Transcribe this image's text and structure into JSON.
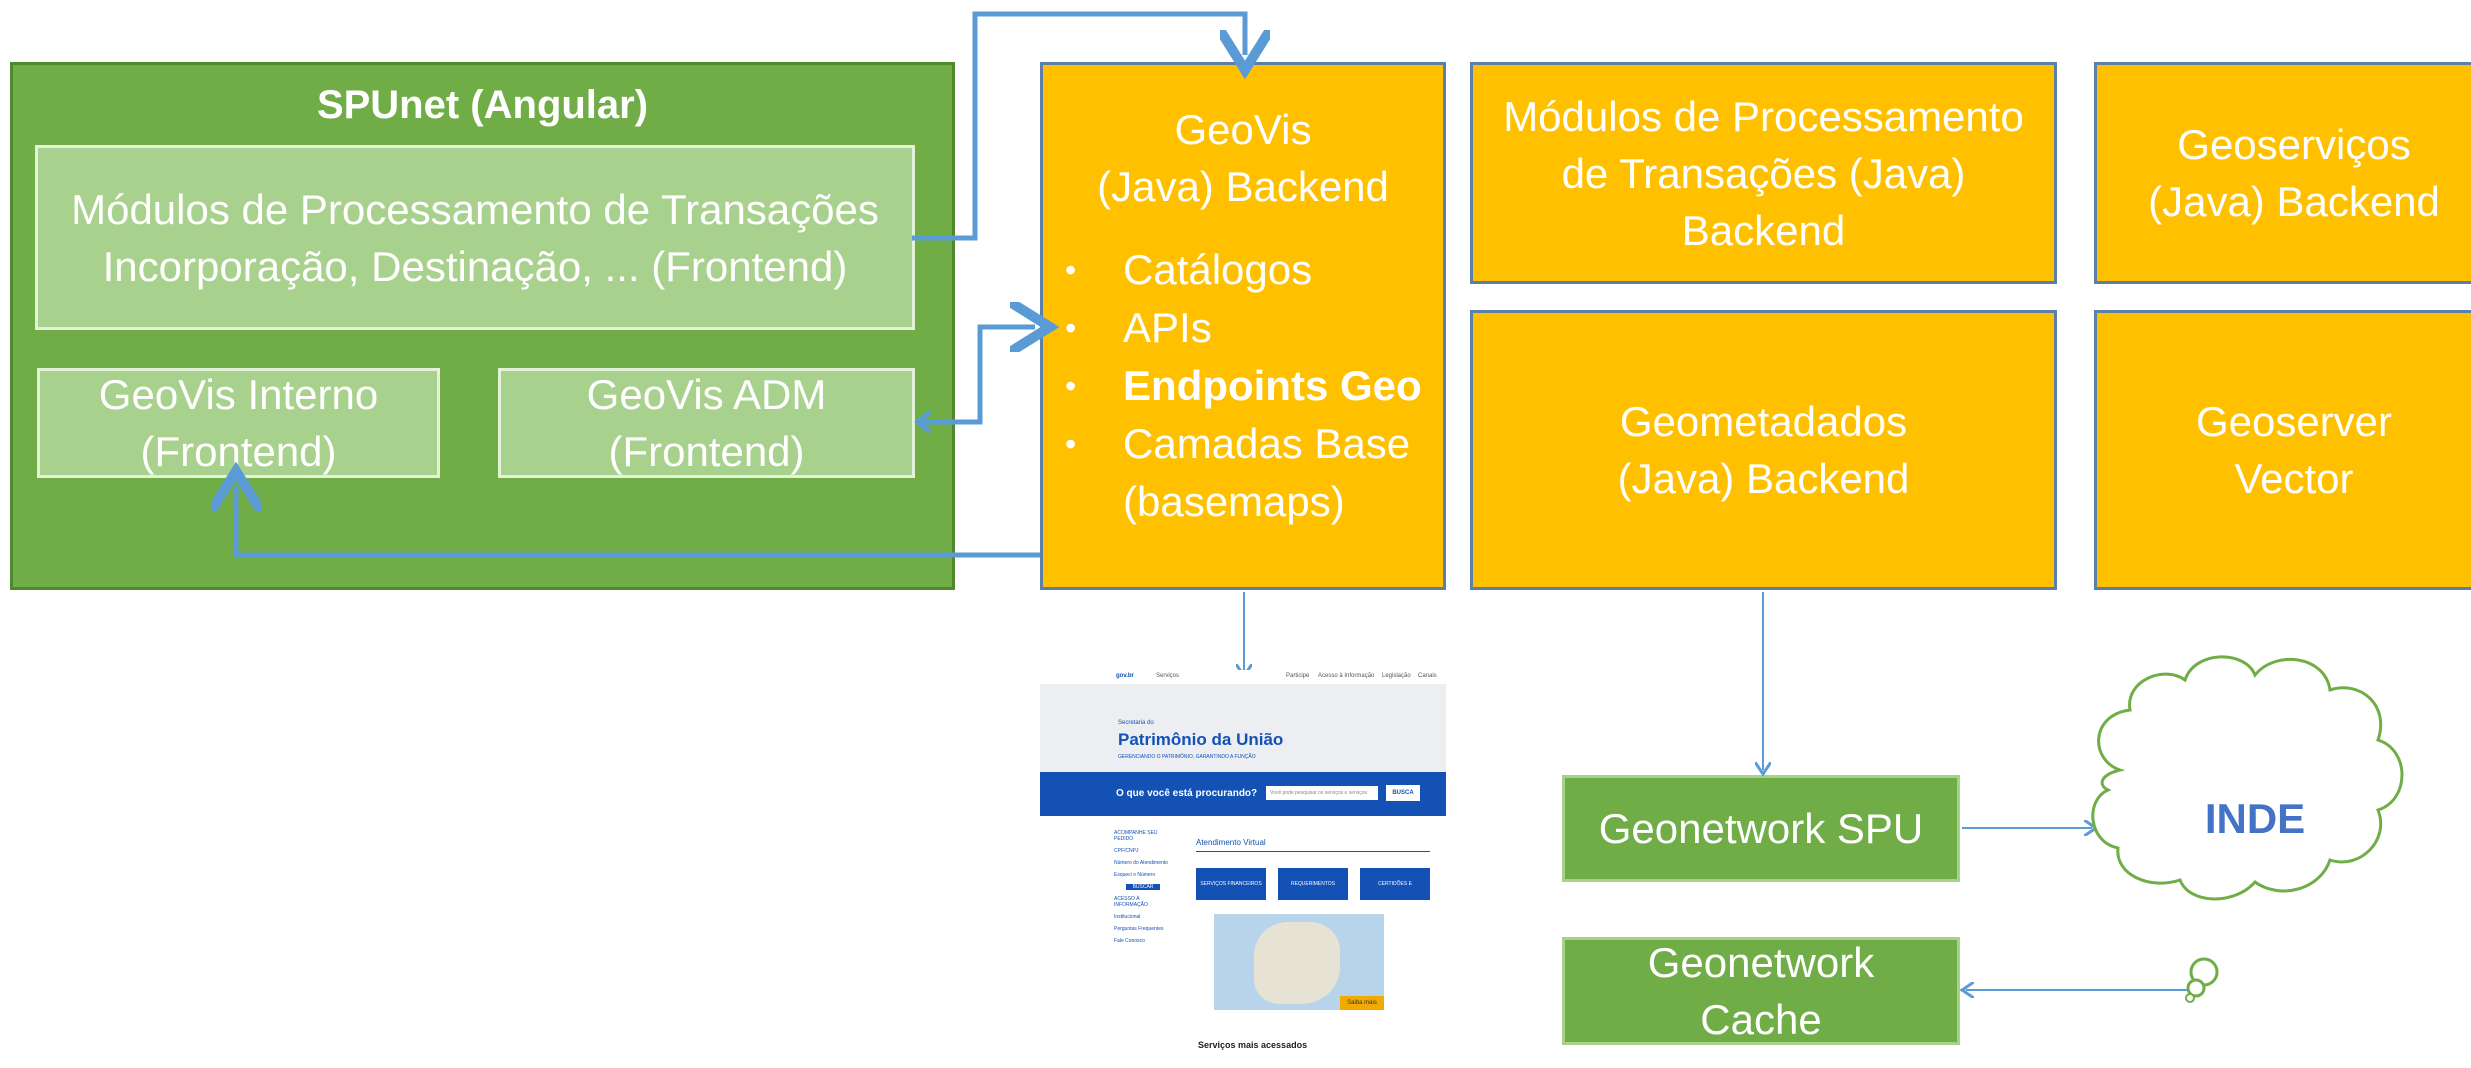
{
  "spunet": {
    "title": "SPUnet (Angular)",
    "modules_line1": "Módulos de Processamento de Transações",
    "modules_line2": "Incorporação, Destinação, ...  (Frontend)",
    "geovis_interno_line1": "GeoVis Interno",
    "geovis_interno_line2": "(Frontend)",
    "geovis_adm_line1": "GeoVis ADM",
    "geovis_adm_line2": "(Frontend)"
  },
  "geovis_backend": {
    "line1": "GeoVis",
    "line2": "(Java) Backend",
    "bullets": [
      "Catálogos",
      "APIs",
      "Endpoints Geo",
      "Camadas Base",
      "(basemaps)"
    ]
  },
  "modulos_backend": {
    "line1": "Módulos de Processamento",
    "line2": "de Transações  (Java)",
    "line3": "Backend"
  },
  "geoservicos": {
    "line1": "Geoserviços",
    "line2": "(Java) Backend"
  },
  "geometadados": {
    "line1": "Geometadados",
    "line2": "(Java) Backend"
  },
  "geoserver": {
    "line1": "Geoserver",
    "line2": "Vector"
  },
  "geonetwork_spu": "Geonetwork SPU",
  "geonetwork_cache": {
    "line1": "Geonetwork",
    "line2": "Cache"
  },
  "inde": "INDE",
  "website": {
    "top_links": [
      "gov.br",
      "Serviços",
      "Participe",
      "Acesso à Informação",
      "Legislação",
      "Canais"
    ],
    "org_small": "Secretaria do",
    "org_name": "Patrimônio da União",
    "org_sub": "GERENCIANDO O PATRIMÔNIO, GARANTINDO A FUNÇÃO",
    "search_question": "O que você está procurando?",
    "search_placeholder": "Você pode pesquisar os serviços e serviços",
    "search_button": "BUSCA",
    "sidebar": [
      "ACOMPANHE SEU PEDIDO",
      "CPF/CNPJ",
      "Número do Atendimento",
      "Esqueci o Número",
      "BUSCAR",
      "ACESSO À INFORMAÇÃO",
      "Institucional",
      "Perguntas Frequentes",
      "Fale Conosco"
    ],
    "section_title": "Atendimento Virtual",
    "tiles": [
      "SERVIÇOS FINANCEIROS",
      "REQUERIMENTOS DIVERSOS",
      "CERTIDÕES E DECLARAÇÕES"
    ],
    "map_more": "Saiba mais",
    "services_title": "Serviços mais acessados"
  },
  "colors": {
    "green": "#70ad47",
    "light_green": "#a9d18e",
    "orange": "#ffc000",
    "arrow_blue": "#5b9bd5",
    "inde_blue": "#4472c4"
  }
}
